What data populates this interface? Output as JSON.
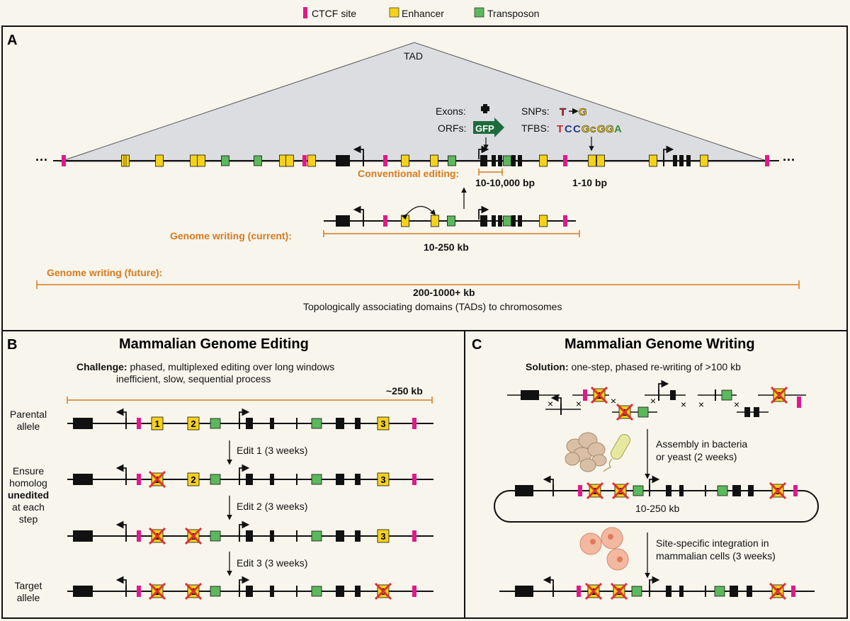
{
  "legend": [
    {
      "label": "CTCF site",
      "color": "#e0198a"
    },
    {
      "label": "Enhancer",
      "color": "#f5d21a"
    },
    {
      "label": "Transposon",
      "color": "#5cb85c"
    }
  ],
  "panel_a": {
    "letter": "A",
    "tad": "TAD",
    "exons_label": "Exons:",
    "orfs_label": "ORFs:",
    "gfp": "GFP",
    "snps_label": "SNPs:",
    "snp_from": "T",
    "snp_to": "G",
    "tfbs_label": "TFBS:",
    "tfbs_letters": [
      "T",
      "C",
      "C",
      "G",
      "c",
      "G",
      "G",
      "A"
    ],
    "conventional": "Conventional editing:",
    "size_exon": "10-10,000 bp",
    "size_snp": "1-10 bp",
    "gw_current": "Genome writing (current):",
    "size_current": "10-250 kb",
    "gw_future": "Genome writing (future):",
    "size_future": "200-1000+ kb",
    "future_desc": "Topologically associating domains (TADs) to chromosomes"
  },
  "panel_b": {
    "letter": "B",
    "title": "Mammalian Genome Editing",
    "challenge_bold": "Challenge:",
    "challenge_text": " phased, multiplexed editing over long windows",
    "challenge_line2": "inefficient, slow, sequential process",
    "span": "~250 kb",
    "row_labels": [
      [
        "Parental",
        "allele"
      ],
      [
        "Ensure",
        "homolog",
        "unedited",
        "at each",
        "step"
      ],
      [
        "Target",
        "allele"
      ]
    ],
    "edits": [
      "Edit 1 (3 weeks)",
      "Edit 2 (3 weeks)",
      "Edit 3 (3 weeks)"
    ],
    "enh_numbers": [
      "1",
      "2",
      "3"
    ]
  },
  "panel_c": {
    "letter": "C",
    "title": "Mammalian Genome Writing",
    "solution_bold": "Solution:",
    "solution_text": " one-step, phased re-writing of >100 kb",
    "assembly_1": "Assembly in bacteria",
    "assembly_2": "or yeast (2 weeks)",
    "plasmid_size": "10-250 kb",
    "integration_1": "Site-specific integration in",
    "integration_2": "mammalian cells (3 weeks)"
  }
}
